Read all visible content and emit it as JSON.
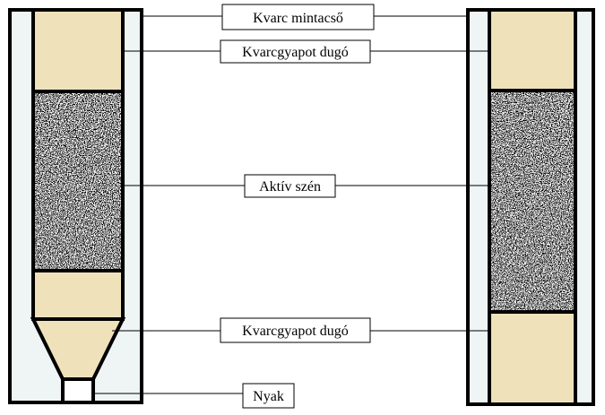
{
  "labels": {
    "quartz_tube": "Kvarc mintacső",
    "wool_plug_top": "Kvarcgyapot dugó",
    "activated_carbon": "Aktív szén",
    "wool_plug_bottom": "Kvarcgyapot dugó",
    "neck": "Nyak"
  },
  "colors": {
    "tube_glass": "#eef5f4",
    "quartz_wool": "#efe2bb",
    "carbon": "#1a1a1a",
    "outline": "#000000"
  }
}
